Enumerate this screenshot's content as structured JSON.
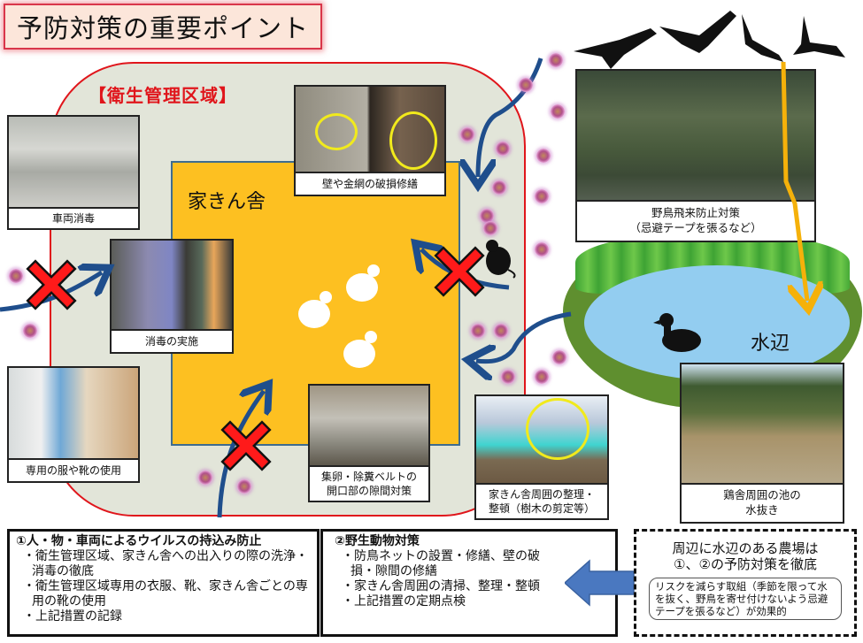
{
  "title": "予防対策の重要ポイント",
  "areas": {
    "hygiene_zone_label": "【衛生管理区域】",
    "poultry_house_label": "家きん舎",
    "waterside_label": "水辺"
  },
  "photos": {
    "vehicle_disinfection": "車両消毒",
    "disinfection_practice": "消毒の実施",
    "dedicated_clothing": "専用の服や靴の使用",
    "wall_net_repair": "壁や金網の破損修繕",
    "egg_belt_gap": "集卵・除糞ベルトの\n開口部の隙間対策",
    "surroundings_trim": "家きん舎周囲の整理・\n整頓（樹木の剪定等）",
    "bird_deterrent": "野鳥飛来防止対策\n（忌避テープを張るなど）",
    "pond_drain": "鶏舎周囲の池の\n水抜き"
  },
  "icons": [
    "bird-silhouette-icon",
    "rat-icon",
    "duck-icon",
    "chicken-icon",
    "virus-icon",
    "blocked-x-icon",
    "arrow-icon"
  ],
  "colors": {
    "hygiene_border": "#e0151b",
    "poultry_house": "#fdc021",
    "arrow_blue": "#1f4e8c",
    "block_red": "#ff1a1a",
    "tape_orange": "#f5b10a",
    "pond_water": "#93cdf0"
  },
  "bottom": {
    "box1": {
      "heading": "①人・物・車両によるウイルスの持込み防止",
      "items": [
        "・衛生管理区域、家きん舎への出入りの際の洗浄・消毒の徹底",
        "・衛生管理区域専用の衣服、靴、家きん舎ごとの専用の靴の使用",
        "・上記措置の記録"
      ]
    },
    "box2": {
      "heading": "②野生動物対策",
      "items": [
        "・防鳥ネットの設置・修繕、壁の破損・隙間の修繕",
        "・家きん舎周囲の清掃、整理・整頓",
        "・上記措置の定期点検"
      ]
    },
    "box3": {
      "main_line1": "周辺に水辺のある農場は",
      "main_line2": "①、②の予防対策を徹底",
      "note": "リスクを減らす取組（季節を限って水を抜く、野鳥を寄せ付けないよう忌避テープを張るなど）が効果的"
    }
  }
}
